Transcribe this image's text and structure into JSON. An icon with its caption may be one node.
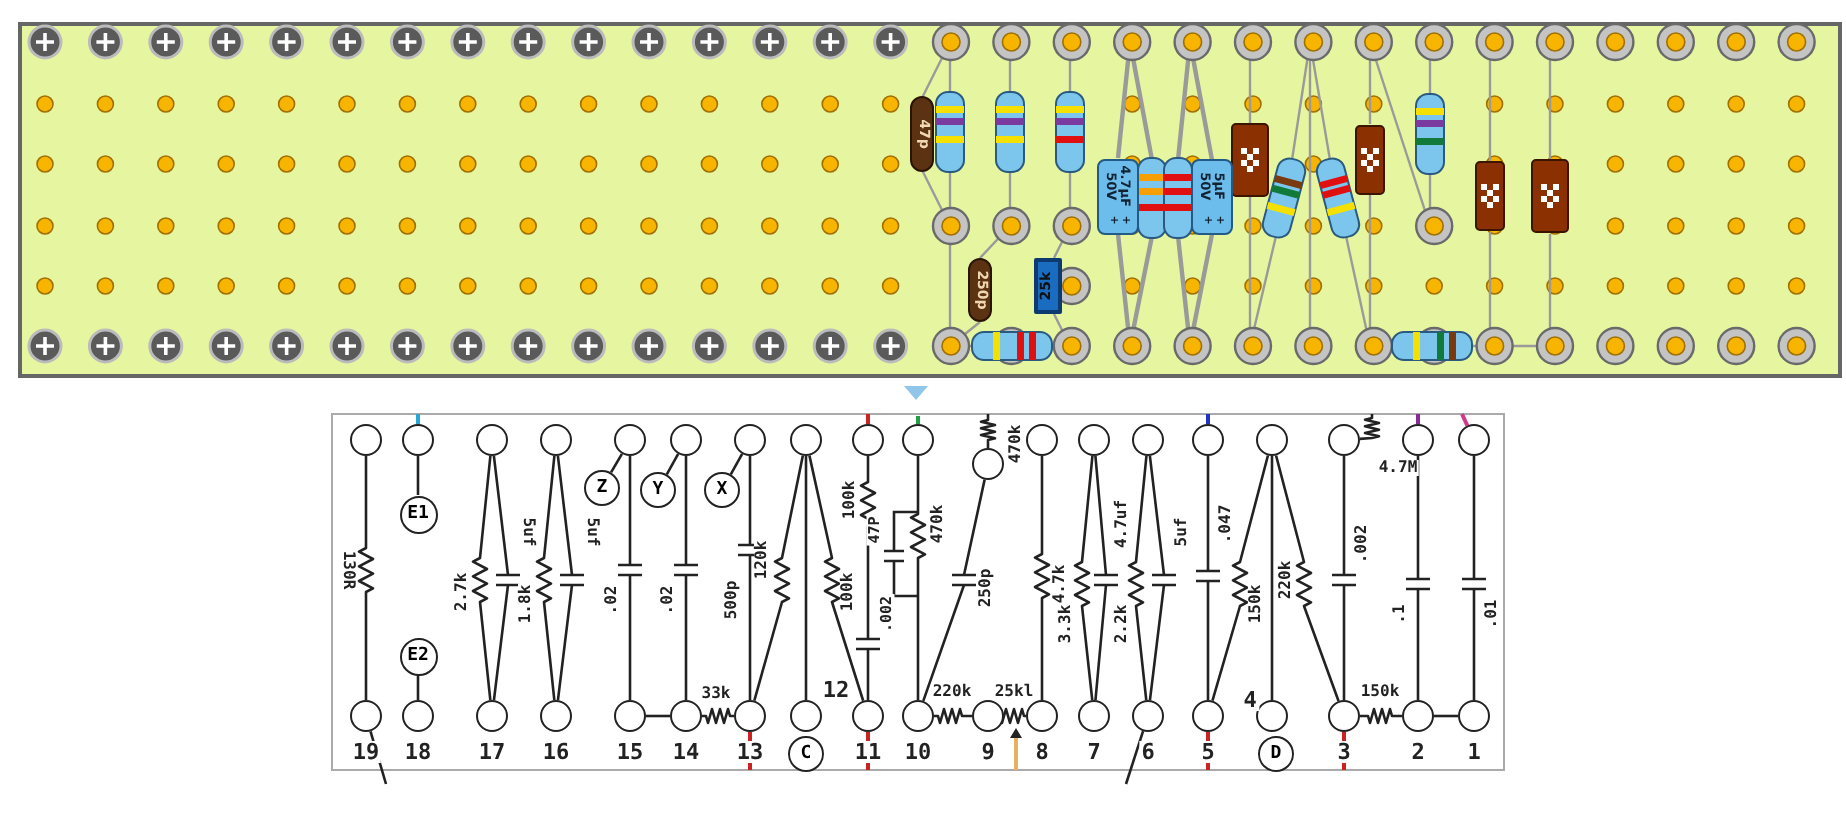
{
  "diagram": {
    "nodes": [
      {
        "text": [
          "47p"
        ]
      },
      {
        "text": [
          "250p"
        ]
      },
      {
        "text": [
          "25k"
        ]
      },
      {
        "text": [
          "4.7µF 50V",
          "+ +"
        ]
      },
      {
        "text": [
          "5µF 50V",
          "+ +"
        ]
      },
      {
        "text": [],
        "shape": "circle"
      },
      {
        "text": [],
        "shape": "circle"
      },
      {
        "text": [],
        "shape": "circle"
      },
      {
        "text": [],
        "shape": "circle"
      },
      {
        "text": [],
        "shape": "circle"
      },
      {
        "text": [],
        "shape": "circle"
      },
      {
        "text": [],
        "shape": "circle"
      },
      {
        "text": [],
        "shape": "circle"
      },
      {
        "text": [],
        "shape": "circle"
      },
      {
        "text": [],
        "shape": "circle"
      },
      {
        "text": [],
        "shape": "circle"
      },
      {
        "text": [],
        "shape": "circle"
      },
      {
        "text": [],
        "shape": "circle"
      },
      {
        "text": [],
        "shape": "circle"
      },
      {
        "text": [],
        "shape": "circle"
      },
      {
        "text": [],
        "shape": "circle"
      },
      {
        "text": [],
        "shape": "circle"
      },
      {
        "text": [],
        "shape": "circle"
      },
      {
        "text": [],
        "shape": "circle"
      },
      {
        "text": [
          "Z"
        ]
      },
      {
        "text": [
          "Y"
        ]
      },
      {
        "text": [
          "X"
        ]
      },
      {
        "text": [
          "E1"
        ]
      },
      {
        "text": [
          "E2"
        ]
      },
      {
        "text": [],
        "shape": "circle",
        "beside": [
          "19"
        ]
      },
      {
        "text": [],
        "shape": "circle",
        "beside": [
          "18"
        ]
      },
      {
        "text": [],
        "shape": "circle",
        "beside": [
          "17"
        ]
      },
      {
        "text": [],
        "shape": "circle",
        "beside": [
          "16"
        ]
      },
      {
        "text": [],
        "shape": "circle",
        "beside": [
          "15"
        ]
      },
      {
        "text": [],
        "shape": "circle",
        "beside": [
          "14"
        ]
      },
      {
        "text": [],
        "shape": "circle",
        "beside": [
          "13"
        ]
      },
      {
        "text": [],
        "shape": "circle",
        "beside": [
          "12"
        ]
      },
      {
        "text": [],
        "shape": "circle",
        "beside": [
          "11"
        ]
      },
      {
        "text": [],
        "shape": "circle",
        "beside": [
          "10"
        ]
      },
      {
        "text": [],
        "shape": "circle",
        "beside": [
          "9"
        ]
      },
      {
        "text": [],
        "shape": "circle",
        "beside": [
          "8"
        ]
      },
      {
        "text": [],
        "shape": "circle",
        "beside": [
          "7"
        ]
      },
      {
        "text": [],
        "shape": "circle",
        "beside": [
          "6"
        ]
      },
      {
        "text": [],
        "shape": "circle",
        "beside": [
          "5"
        ]
      },
      {
        "text": [],
        "shape": "circle",
        "beside": [
          "4"
        ]
      },
      {
        "text": [],
        "shape": "circle",
        "beside": [
          "3"
        ]
      },
      {
        "text": [],
        "shape": "circle",
        "beside": [
          "2"
        ]
      },
      {
        "text": [],
        "shape": "circle",
        "beside": [
          "1"
        ]
      },
      {
        "text": [
          "C"
        ]
      },
      {
        "text": [
          "D"
        ]
      }
    ],
    "edges": [
      {
        "from": 5,
        "to": 29,
        "arrow": "none",
        "label": "130R"
      },
      {
        "from": 6,
        "to": 27,
        "arrow": "none"
      },
      {
        "from": 28,
        "to": 30,
        "arrow": "none"
      },
      {
        "from": 7,
        "to": 31,
        "arrow": "none",
        "label": "2.7k"
      },
      {
        "from": 7,
        "to": 31,
        "arrow": "none",
        "label": "5uf"
      },
      {
        "from": 8,
        "to": 32,
        "arrow": "none",
        "label": "1.8k"
      },
      {
        "from": 8,
        "to": 32,
        "arrow": "none",
        "label": "5uf"
      },
      {
        "from": 24,
        "to": 9,
        "arrow": "none"
      },
      {
        "from": 25,
        "to": 10,
        "arrow": "none"
      },
      {
        "from": 26,
        "to": 11,
        "arrow": "none"
      },
      {
        "from": 9,
        "to": 33,
        "arrow": "none",
        "label": ".02"
      },
      {
        "from": 10,
        "to": 34,
        "arrow": "none",
        "label": ".02"
      },
      {
        "from": 33,
        "to": 34,
        "arrow": "none"
      },
      {
        "from": 34,
        "to": 35,
        "arrow": "none",
        "label": "33k"
      },
      {
        "from": 11,
        "to": 35,
        "arrow": "none",
        "label": "500p"
      },
      {
        "from": 12,
        "to": 35,
        "arrow": "none",
        "label": "120k"
      },
      {
        "from": 12,
        "to": 37,
        "arrow": "none",
        "label": "100k"
      },
      {
        "from": 12,
        "to": 36,
        "arrow": "none"
      },
      {
        "from": 13,
        "to": 37,
        "arrow": "none",
        "label": "100k"
      },
      {
        "from": 14,
        "to": 38,
        "arrow": "none",
        "label": "470k"
      },
      {
        "from": null,
        "to": 15,
        "arrow": "none",
        "label": "470k"
      },
      {
        "from": 15,
        "to": 38,
        "arrow": "none",
        "label": "250p"
      },
      {
        "from": 38,
        "to": 39,
        "arrow": "none",
        "label": "220k"
      },
      {
        "from": 39,
        "to": 40,
        "arrow": "none",
        "label": "25kl"
      },
      {
        "from": 16,
        "to": 40,
        "arrow": "none",
        "label": "4.7k"
      },
      {
        "from": 17,
        "to": 41,
        "arrow": "none",
        "label": "3.3k"
      },
      {
        "from": 17,
        "to": 41,
        "arrow": "none",
        "label": "4.7uf"
      },
      {
        "from": 18,
        "to": 42,
        "arrow": "none",
        "label": "2.2k"
      },
      {
        "from": 18,
        "to": 42,
        "arrow": "none",
        "label": "5uf"
      },
      {
        "from": 19,
        "to": 43,
        "arrow": "none",
        "label": ".047"
      },
      {
        "from": 20,
        "to": 43,
        "arrow": "none",
        "label": "150k"
      },
      {
        "from": 20,
        "to": 45,
        "arrow": "none",
        "label": "220k"
      },
      {
        "from": 20,
        "to": 44,
        "arrow": "none"
      },
      {
        "from": 21,
        "to": 45,
        "arrow": "none",
        "label": ".002"
      },
      {
        "from": 21,
        "to": null,
        "arrow": "none",
        "label": "4.7M"
      },
      {
        "from": 22,
        "to": 46,
        "arrow": "none",
        "label": ".1"
      },
      {
        "from": 23,
        "to": 47,
        "arrow": "none",
        "label": ".01"
      },
      {
        "from": 45,
        "to": 46,
        "arrow": "none",
        "label": "150k"
      },
      {
        "from": 46,
        "to": 47,
        "arrow": "none"
      },
      {
        "from": 6,
        "to": null,
        "arrow": "none",
        "color": "#29a8d8"
      },
      {
        "from": 13,
        "to": null,
        "arrow": "none",
        "color": "#cc2222"
      },
      {
        "from": 14,
        "to": null,
        "arrow": "none",
        "color": "#22a046"
      },
      {
        "from": 19,
        "to": null,
        "arrow": "none",
        "color": "#2233cc"
      },
      {
        "from": 22,
        "to": null,
        "arrow": "none",
        "color": "#8a2a9a"
      },
      {
        "from": 23,
        "to": null,
        "arrow": "none",
        "color": "#d03a8a"
      },
      {
        "from": 35,
        "to": null,
        "arrow": "none",
        "color": "#cc2222"
      },
      {
        "from": 37,
        "to": null,
        "arrow": "none",
        "color": "#cc2222"
      },
      {
        "from": 43,
        "to": null,
        "arrow": "none",
        "color": "#cc2222"
      },
      {
        "from": 45,
        "to": null,
        "arrow": "none",
        "color": "#cc2222"
      },
      {
        "from": 29,
        "to": null,
        "arrow": "none"
      },
      {
        "from": 42,
        "to": null,
        "arrow": "none"
      }
    ],
    "labels": [
      "47P",
      ".002"
    ]
  }
}
